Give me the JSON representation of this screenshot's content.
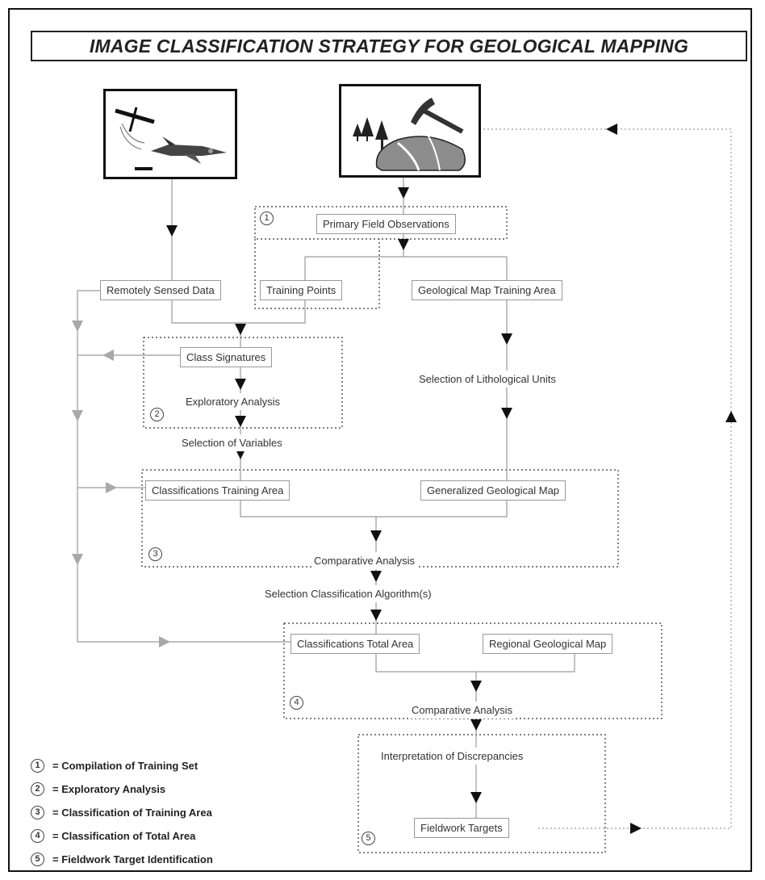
{
  "title": "IMAGE CLASSIFICATION STRATEGY FOR GEOLOGICAL MAPPING",
  "icons": {
    "remote_sensing": [
      "satellite-icon",
      "jet-aircraft-icon"
    ],
    "field_work": [
      "trees-icon",
      "rock-hammer-icon",
      "rock-outcrop-icon"
    ]
  },
  "nodes": {
    "primary_field_observations": "Primary Field Observations",
    "remotely_sensed_data": "Remotely Sensed Data",
    "training_points": "Training Points",
    "geological_map_training_area": "Geological Map Training Area",
    "class_signatures": "Class Signatures",
    "exploratory_analysis": "Exploratory Analysis",
    "selection_of_lithological_units": "Selection of Lithological Units",
    "selection_of_variables": "Selection of Variables",
    "classifications_training_area": "Classifications Training Area",
    "generalized_geological_map": "Generalized Geological Map",
    "comparative_analysis_1": "Comparative Analysis",
    "selection_classification_algorithms": "Selection Classification Algorithm(s)",
    "classifications_total_area": "Classifications Total Area",
    "regional_geological_map": "Regional Geological Map",
    "comparative_analysis_2": "Comparative Analysis",
    "interpretation_of_discrepancies": "Interpretation of Discrepancies",
    "fieldwork_targets": "Fieldwork Targets"
  },
  "stages": [
    "1",
    "2",
    "3",
    "4",
    "5"
  ],
  "legend": [
    {
      "num": "1",
      "text": "= Compilation of Training Set"
    },
    {
      "num": "2",
      "text": "= Exploratory Analysis"
    },
    {
      "num": "3",
      "text": "= Classification of Training Area"
    },
    {
      "num": "4",
      "text": "= Classification of Total Area"
    },
    {
      "num": "5",
      "text": "= Fieldwork Target Identification"
    }
  ],
  "colors": {
    "arrow_dark": "#111111",
    "arrow_gray": "#a8a8a8",
    "line": "#9a9a9a",
    "dotted_box": "#333333"
  }
}
